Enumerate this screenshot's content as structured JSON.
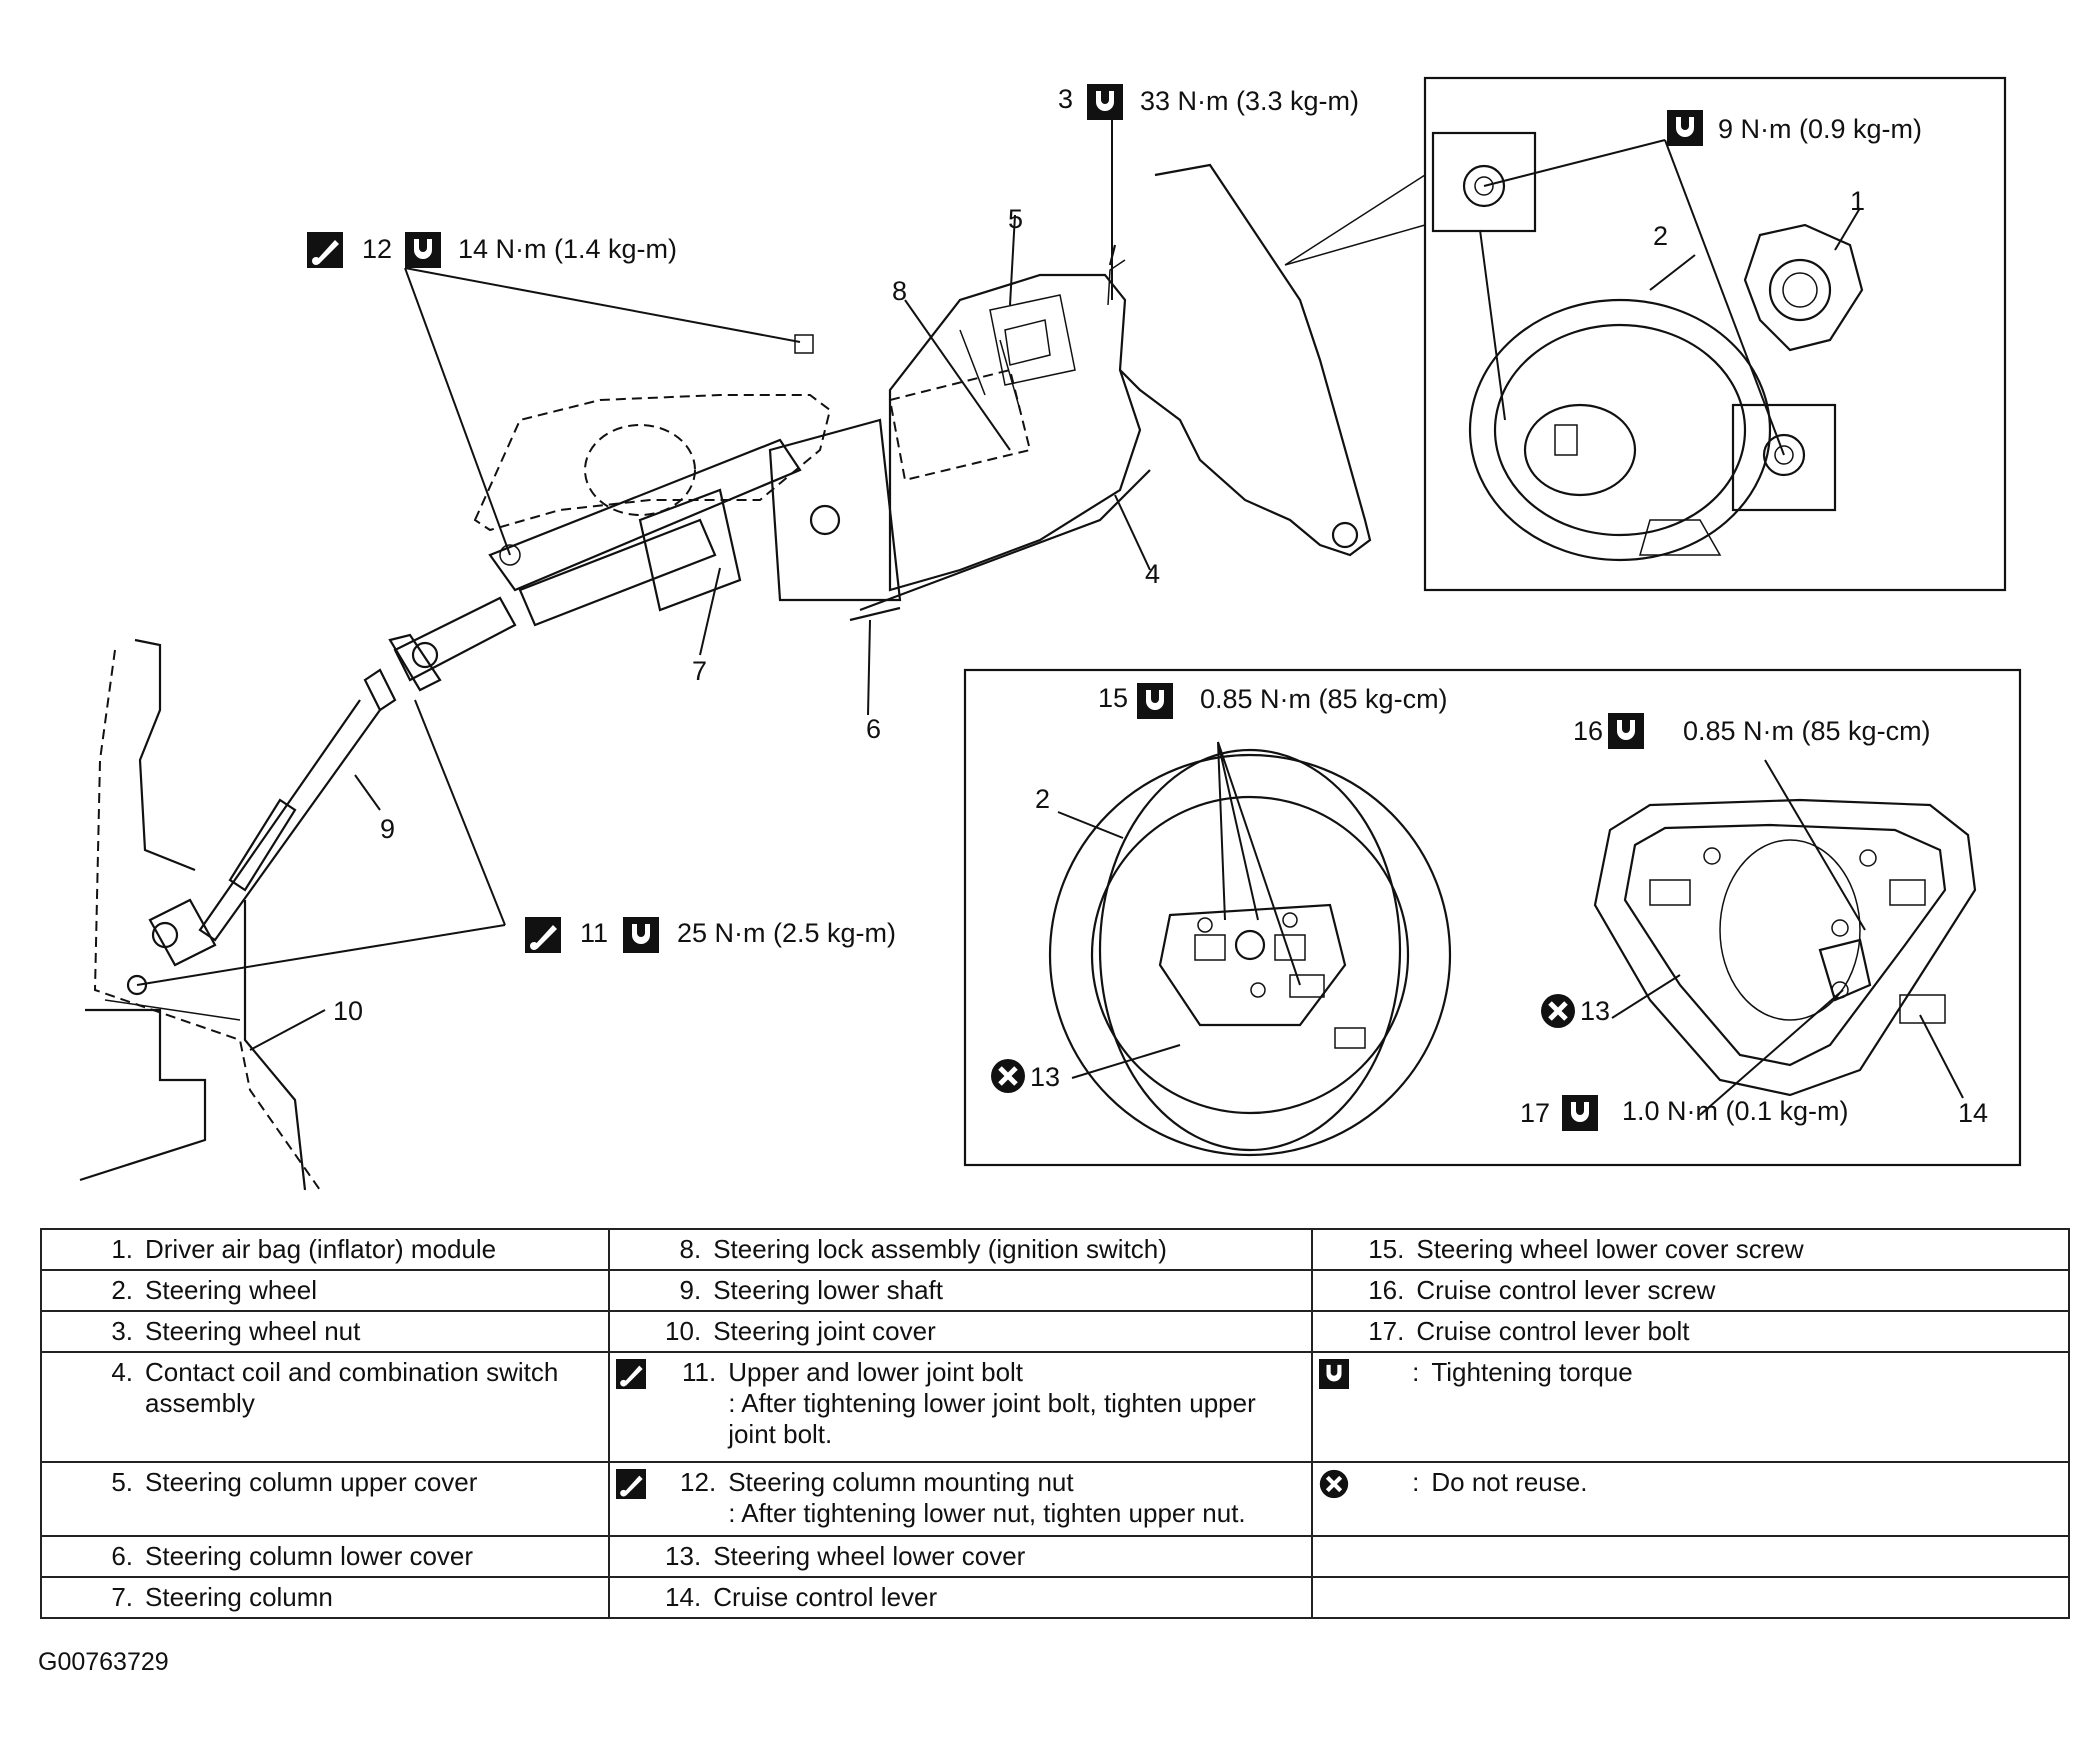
{
  "callouts": {
    "c3": {
      "num": "3",
      "torque": "33 N·m (3.3 kg-m)"
    },
    "c12": {
      "num": "12",
      "torque": "14 N·m (1.4 kg-m)"
    },
    "c11": {
      "num": "11",
      "torque": "25 N·m (2.5 kg-m)"
    },
    "c_inset": {
      "torque": "9 N·m (0.9 kg-m)"
    },
    "c15": {
      "num": "15",
      "torque": "0.85 N·m (85 kg-cm)"
    },
    "c16": {
      "num": "16",
      "torque": "0.85 N·m (85 kg-cm)"
    },
    "c17": {
      "num": "17",
      "torque": "1.0 N·m (0.1 kg-m)"
    }
  },
  "part_numbers": {
    "p1": "1",
    "p2a": "2",
    "p2b": "2",
    "p4": "4",
    "p5": "5",
    "p6": "6",
    "p7": "7",
    "p8": "8",
    "p9": "9",
    "p10": "10",
    "p13a": "13",
    "p13b": "13",
    "p14": "14"
  },
  "legend": {
    "col1": [
      {
        "num": "1.",
        "text": "Driver air bag (inflator) module"
      },
      {
        "num": "2.",
        "text": "Steering wheel"
      },
      {
        "num": "3.",
        "text": "Steering wheel nut"
      },
      {
        "num": "4.",
        "text": "Contact coil and combination switch assembly"
      },
      {
        "num": "5.",
        "text": "Steering column upper cover"
      },
      {
        "num": "6.",
        "text": "Steering column lower cover"
      },
      {
        "num": "7.",
        "text": "Steering column"
      }
    ],
    "col2": [
      {
        "num": "8.",
        "text": "Steering lock assembly (ignition switch)"
      },
      {
        "num": "9.",
        "text": "Steering lower shaft"
      },
      {
        "num": "10.",
        "text": "Steering joint cover"
      },
      {
        "num": "11.",
        "text": "Upper and lower joint bolt",
        "note": ": After tightening lower joint bolt, tighten upper joint bolt."
      },
      {
        "num": "12.",
        "text": "Steering column mounting nut",
        "note": ": After tightening lower nut, tighten upper nut."
      },
      {
        "num": "13.",
        "text": "Steering wheel lower cover"
      },
      {
        "num": "14.",
        "text": "Cruise control lever"
      }
    ],
    "col3": [
      {
        "num": "15.",
        "text": "Steering wheel lower cover screw"
      },
      {
        "num": "16.",
        "text": "Cruise control lever screw"
      },
      {
        "num": "17.",
        "text": "Cruise control lever bolt"
      },
      {
        "num": ":",
        "text": "Tightening torque"
      },
      {
        "num": ":",
        "text": "Do not reuse."
      }
    ]
  },
  "figure_id": "G00763729"
}
